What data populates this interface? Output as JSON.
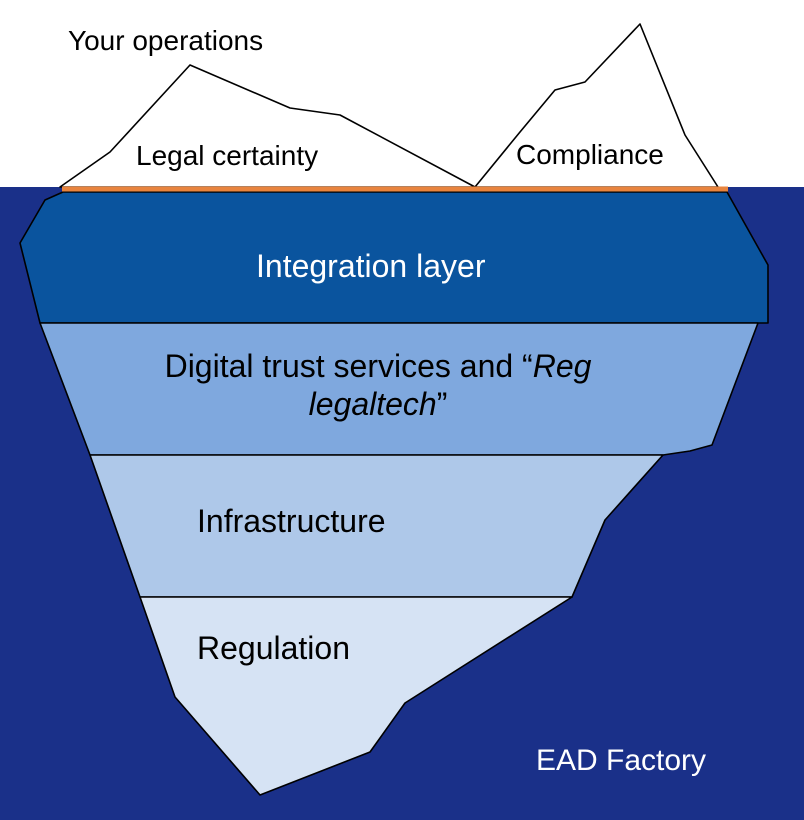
{
  "colors": {
    "sea": "#1A3089",
    "integration_layer": "#0A549E",
    "trust_layer": "#7FA8DE",
    "infrastructure_layer": "#AEC8E9",
    "regulation_layer": "#D6E3F4",
    "waterline": "#E8843E",
    "outline": "#000000",
    "above_water": "#ffffff"
  },
  "above_water": {
    "title": "Your operations",
    "left_peak_label": "Legal certainty",
    "right_peak_label": "Compliance"
  },
  "layers": {
    "integration": "Integration layer",
    "trust_line1": "Digital trust services and “",
    "trust_italic1": "Reg",
    "trust_italic2": "legaltech",
    "trust_close": "”",
    "infrastructure": "Infrastructure",
    "regulation": "Regulation"
  },
  "footer": {
    "brand": "EAD Factory"
  }
}
